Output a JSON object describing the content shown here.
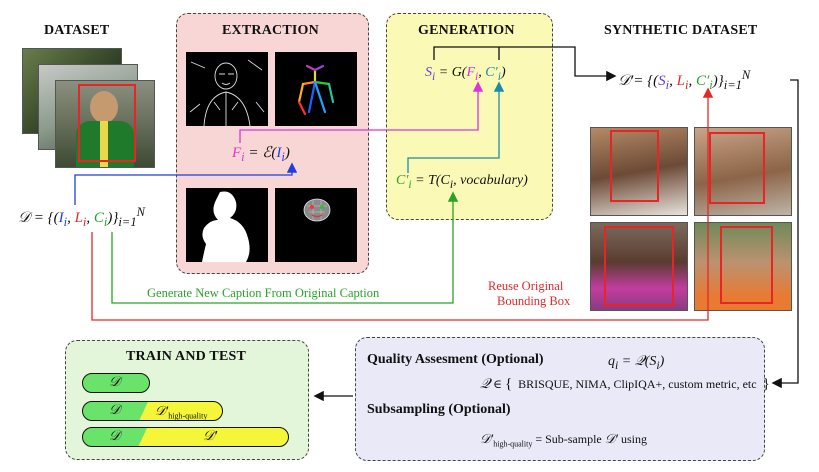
{
  "headings": {
    "dataset": "DATASET",
    "extraction": "EXTRACTION",
    "generation": "GENERATION",
    "synthetic_dataset": "SYNTHETIC DATASET",
    "train_test": "TRAIN AND TEST"
  },
  "formulas": {
    "dataset": "𝒟 = {(Iᵢ, Lᵢ, Cᵢ)}ᵢ₌₁ᴺ",
    "features": "Fᵢ = ℰ(Iᵢ)",
    "caption": "C′ᵢ = T(Cᵢ, vocabulary)",
    "synthesis": "Sᵢ = G(Fᵢ, C′ᵢ)",
    "synthetic": "𝒟′= {(Sᵢ, Lᵢ, C′ᵢ)}ᵢ₌₁ᴺ",
    "quality_score": "qᵢ = 𝒬(Sᵢ)",
    "quality_set": "𝒬 ∈ {  BRISQUE, NIMA, ClipIQA+, custom metric, etc  }",
    "subsample": "𝒟′high-quality = Sub-sample 𝒟′ using"
  },
  "labels": {
    "generate_caption": "Generate  New Caption From Original Caption",
    "reuse_bbox_line1": "Reuse Original",
    "reuse_bbox_line2": "Bounding Box",
    "quality_assessment": "Quality Assesment (Optional)",
    "subsampling": "Subsampling (Optional)"
  },
  "train_bars": [
    {
      "left": "𝒟",
      "right": ""
    },
    {
      "left": "𝒟",
      "right": "𝒟′high-quality"
    },
    {
      "left": "𝒟",
      "right": "𝒟′"
    }
  ],
  "colors": {
    "extraction_bg": "#f9d6d6",
    "generation_bg": "#fafab6",
    "train_bg": "#e3f6da",
    "quality_bg": "#e9e9f8",
    "green_bar": "#6ae36a",
    "yellow_bar": "#f5f53a",
    "blue_arrow": "#1f3fe0",
    "red_arrow": "#e02a2a",
    "magenta_arrow": "#e033d8",
    "teal_arrow": "#1f8aa8",
    "green_arrow": "#27a327"
  },
  "icons": [
    "edge-map-image",
    "pose-skeleton-image",
    "segmentation-mask-image",
    "face-mesh-image"
  ]
}
